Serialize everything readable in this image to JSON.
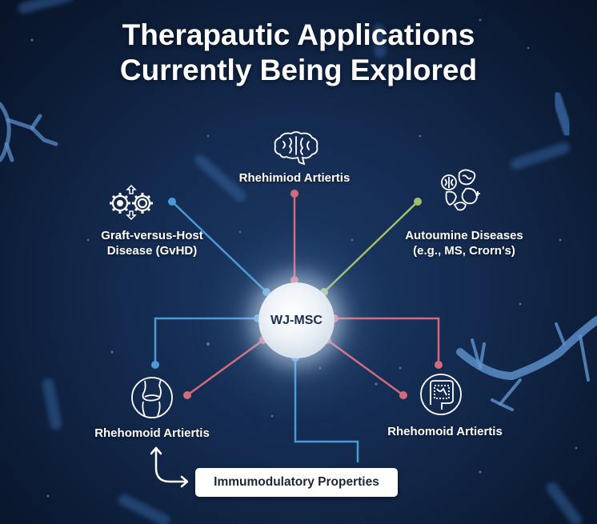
{
  "title": {
    "line1": "Therapautic Applications",
    "line2": "Currently Being Explored"
  },
  "hub": {
    "label": "WJ-MSC"
  },
  "nodes": [
    {
      "id": "top",
      "label": "Rhehimiod Artiertis",
      "icon": "brain-icon",
      "connector_color": "#d46a7e"
    },
    {
      "id": "upper-left",
      "label_line1": "Graft-versus-Host",
      "label_line2": "Disease (GvHD)",
      "icon": "gears-icon",
      "connector_color": "#4a9ad8"
    },
    {
      "id": "upper-right",
      "label_line1": "Autoumine Diseases",
      "label_line2": "(e.g., MS, Crorn's)",
      "icon": "organs-cluster-icon",
      "connector_color": "#a4bf6a"
    },
    {
      "id": "lower-left",
      "label": "Rhehomoid Artiertis",
      "icon": "knee-joint-icon",
      "connector_color": "#4a9ad8"
    },
    {
      "id": "lower-right",
      "label": "Rhehomoid Artiertis",
      "icon": "intestine-icon",
      "connector_color": "#d46a7e"
    }
  ],
  "callout": {
    "label": "Immumodulatory Properties"
  },
  "colors": {
    "background": "#13294d",
    "blue_connector": "#4a9ad8",
    "pink_connector": "#d46a7e",
    "green_connector": "#a4bf6a",
    "text": "#ffffff"
  }
}
